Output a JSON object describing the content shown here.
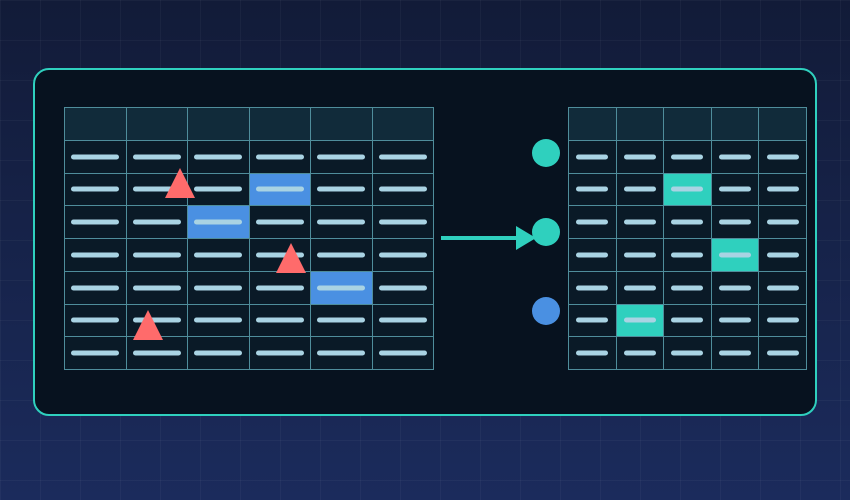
{
  "diagram": {
    "left_table": {
      "columns": 6,
      "rows": 8,
      "header_rows": 1,
      "highlighted_cells": [
        [
          2,
          3
        ],
        [
          3,
          2
        ],
        [
          5,
          4
        ]
      ],
      "highlight_color": "#4a90e2"
    },
    "right_table": {
      "columns": 5,
      "rows": 8,
      "header_rows": 1,
      "highlighted_cells": [
        [
          2,
          2
        ],
        [
          4,
          3
        ],
        [
          6,
          1
        ]
      ],
      "highlight_color": "#2fd0be"
    },
    "markers": {
      "triangle_color": "#ff6b6b",
      "circle_colors": [
        "#2fd0be",
        "#2fd0be",
        "#4a90e2"
      ]
    },
    "colors": {
      "accent": "#2fd0be",
      "panel_background": "#07121f",
      "cell_line": "#a9d3e3"
    }
  }
}
